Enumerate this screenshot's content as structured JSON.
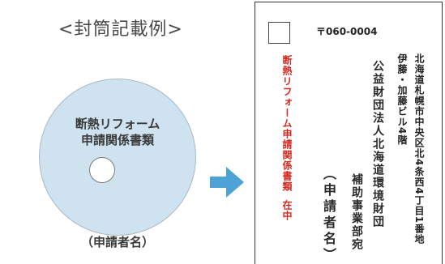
{
  "title": "<封筒記載例>",
  "disc": {
    "line1": "断熱リフォーム",
    "line2": "申請関係書類",
    "applicant": "（申請者名）"
  },
  "envelope": {
    "postal_code": "〒060-0004",
    "address_line1": "北海道札幌市中央区北4条西4丁目1番地",
    "address_line2": "伊藤・加藤ビル4階",
    "organization": "公益財団法人北海道環境財団",
    "department": "補助事業部宛",
    "applicant": "（申請者名）",
    "enclosed_label": "断熱リフォーム申請関係書類",
    "enclosed_suffix": "在中"
  },
  "colors": {
    "disc_fill": "#cfe2f0",
    "arrow": "#4da3d6",
    "enclosed_text": "#d6281f"
  },
  "icons": {
    "arrow": "arrow-right-icon"
  }
}
